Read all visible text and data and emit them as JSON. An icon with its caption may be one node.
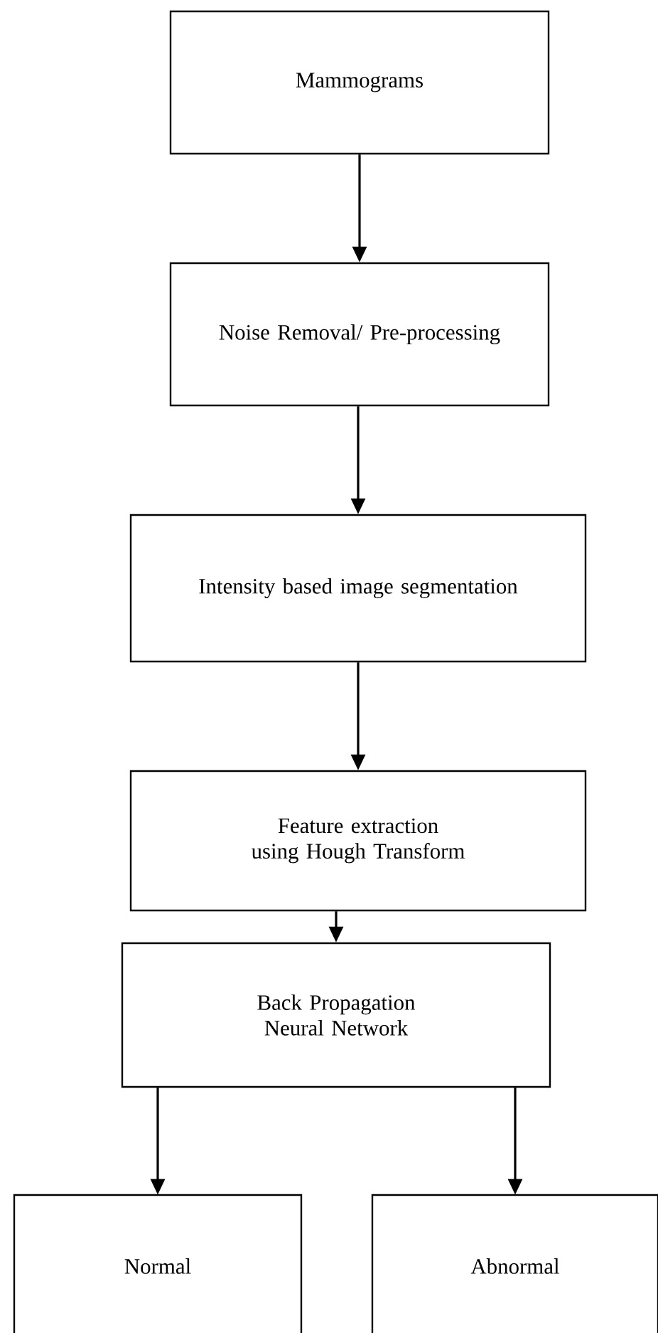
{
  "diagram": {
    "nodes": [
      {
        "text": [
          "Mammograms"
        ]
      },
      {
        "text": [
          "Noise Removal/ Pre-processing"
        ]
      },
      {
        "text": [
          "Intensity based image segmentation"
        ]
      },
      {
        "text": [
          "Feature extraction using Hough Transform"
        ]
      },
      {
        "text": [
          "Back Propagation Neural Network"
        ]
      },
      {
        "text": [
          "Normal"
        ]
      },
      {
        "text": [
          "Abnormal"
        ]
      }
    ],
    "edges": [
      {
        "from": 0,
        "to": 1,
        "arrow": "to"
      },
      {
        "from": 1,
        "to": 2,
        "arrow": "to"
      },
      {
        "from": 2,
        "to": 3,
        "arrow": "to"
      },
      {
        "from": 3,
        "to": 4,
        "arrow": "to"
      },
      {
        "from": 4,
        "to": 5,
        "arrow": "to"
      },
      {
        "from": 4,
        "to": 6,
        "arrow": "to"
      }
    ]
  }
}
